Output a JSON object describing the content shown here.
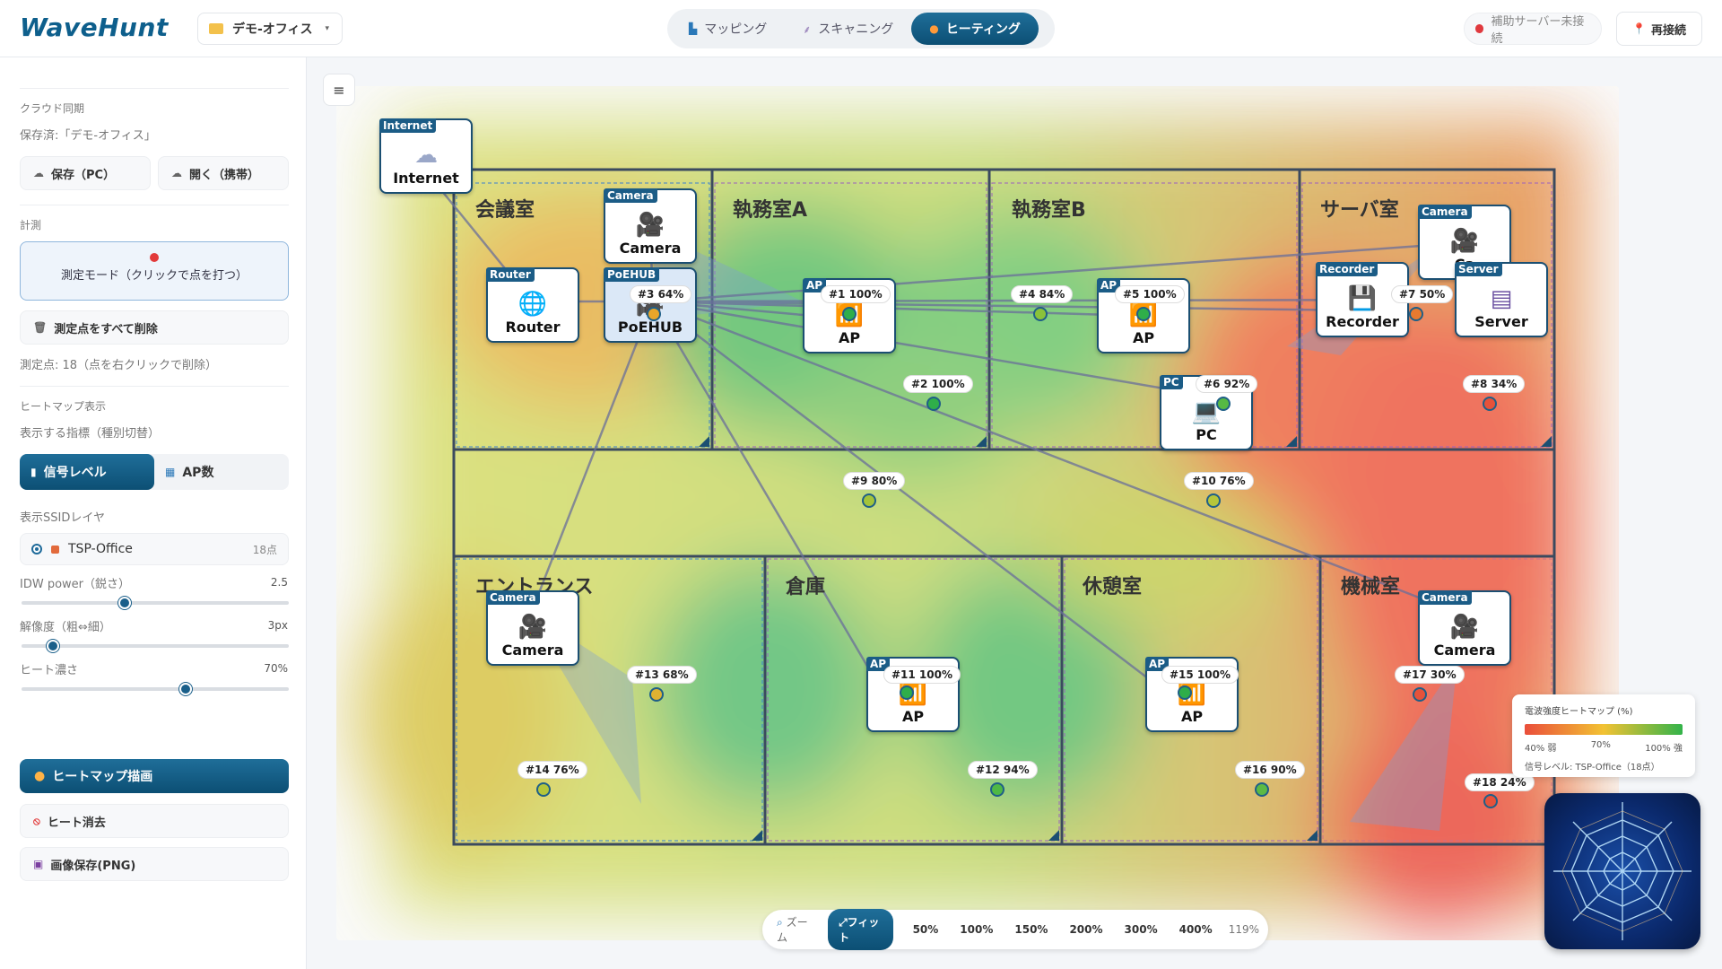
{
  "app": {
    "name": "WaveHunt",
    "office": "デモ-オフィス"
  },
  "header": {
    "modes": [
      {
        "label": "マッピング",
        "icon": "map-icon"
      },
      {
        "label": "スキャニング",
        "icon": "broom-icon"
      },
      {
        "label": "ヒーティング",
        "icon": "flame-icon",
        "active": true
      }
    ],
    "status": "補助サーバー未接続",
    "reconnect": "再接続"
  },
  "sidebar": {
    "cloud_title": "クラウド同期",
    "saved": "保存済:「デモ-オフィス」",
    "save_pc": "保存（PC）",
    "open_mobile": "開く（携帯）",
    "measure_title": "計測",
    "measure_mode": "測定モード（クリックで点を打つ）",
    "clear_points": "測定点をすべて削除",
    "point_count": "測定点: 18（点を右クリックで削除）",
    "heatmap_title": "ヒートマップ表示",
    "metric_label": "表示する指標（種別切替）",
    "metric_signal": "信号レベル",
    "metric_ap": "AP数",
    "ssid_title": "表示SSIDレイヤ",
    "ssid_name": "TSP-Office",
    "ssid_count": "18点",
    "idw_label": "IDW power（鋭さ）",
    "idw_value": "2.5",
    "idw_level": 0.38,
    "res_label": "解像度（粗⇔細）",
    "res_value": "3px",
    "res_level": 0.1,
    "heat_label": "ヒート濃さ",
    "heat_value": "70%",
    "heat_level": 0.62,
    "draw": "ヒートマップ描画",
    "erase": "ヒート消去",
    "save_png": "画像保存(PNG)"
  },
  "floor": {
    "rooms": [
      "会議室",
      "執務室A",
      "執務室B",
      "サーバ室",
      "エントランス",
      "倉庫",
      "休憩室",
      "機械室"
    ],
    "devices": [
      {
        "tag": "Internet",
        "name": "Internet",
        "icon": "cloud-icon"
      },
      {
        "tag": "Camera",
        "name": "Camera",
        "icon": "camera-icon"
      },
      {
        "tag": "Router",
        "name": "Router",
        "icon": "globe-icon"
      },
      {
        "tag": "PoEHUB",
        "name": "PoEHUB",
        "icon": "hub-icon"
      },
      {
        "tag": "AP",
        "name": "AP",
        "icon": "ap-icon"
      },
      {
        "tag": "AP",
        "name": "AP",
        "icon": "ap-icon"
      },
      {
        "tag": "Camera",
        "name": "Ca",
        "icon": "camera-icon"
      },
      {
        "tag": "Recorder",
        "name": "Recorder",
        "icon": "floppy-icon"
      },
      {
        "tag": "Server",
        "name": "Server",
        "icon": "server-icon"
      },
      {
        "tag": "PC",
        "name": "PC",
        "icon": "laptop-icon"
      },
      {
        "tag": "Camera",
        "name": "Camera",
        "icon": "camera-icon"
      },
      {
        "tag": "AP",
        "name": "AP",
        "icon": "ap-icon"
      },
      {
        "tag": "AP",
        "name": "AP",
        "icon": "ap-icon"
      },
      {
        "tag": "Camera",
        "name": "Camera",
        "icon": "camera-icon"
      }
    ],
    "points": [
      {
        "label": "#1 100%",
        "color": "#2fae4a"
      },
      {
        "label": "#2 100%",
        "color": "#2fae4a"
      },
      {
        "label": "#3 64%",
        "color": "#e9a629"
      },
      {
        "label": "#4 84%",
        "color": "#8ac23a"
      },
      {
        "label": "#5 100%",
        "color": "#2fae4a"
      },
      {
        "label": "#6 92%",
        "color": "#56b944"
      },
      {
        "label": "#7 50%",
        "color": "#e87a2f"
      },
      {
        "label": "#8 34%",
        "color": "#e6523a"
      },
      {
        "label": "#9 80%",
        "color": "#a4c43a"
      },
      {
        "label": "#10 76%",
        "color": "#b6c63a"
      },
      {
        "label": "#11 100%",
        "color": "#2fae4a"
      },
      {
        "label": "#12 94%",
        "color": "#4fb845"
      },
      {
        "label": "#13 68%",
        "color": "#e0b232"
      },
      {
        "label": "#14 76%",
        "color": "#b6c63a"
      },
      {
        "label": "#15 100%",
        "color": "#2fae4a"
      },
      {
        "label": "#16 90%",
        "color": "#5cba44"
      },
      {
        "label": "#17 30%",
        "color": "#e6523a"
      },
      {
        "label": "#18 24%",
        "color": "#e6523a"
      }
    ]
  },
  "zoom": {
    "label": "ズーム",
    "fit": "フィット",
    "options": [
      "50%",
      "100%",
      "150%",
      "200%",
      "300%",
      "400%"
    ],
    "current": "119%"
  },
  "legend": {
    "title": "電波強度ヒートマップ (%)",
    "low": "40% 弱",
    "mid": "70%",
    "high": "100% 強",
    "subtitle": "信号レベル: TSP-Office（18点）"
  },
  "colors": {
    "accent": "#0e5f8c",
    "wall": "#3b4a5f"
  }
}
